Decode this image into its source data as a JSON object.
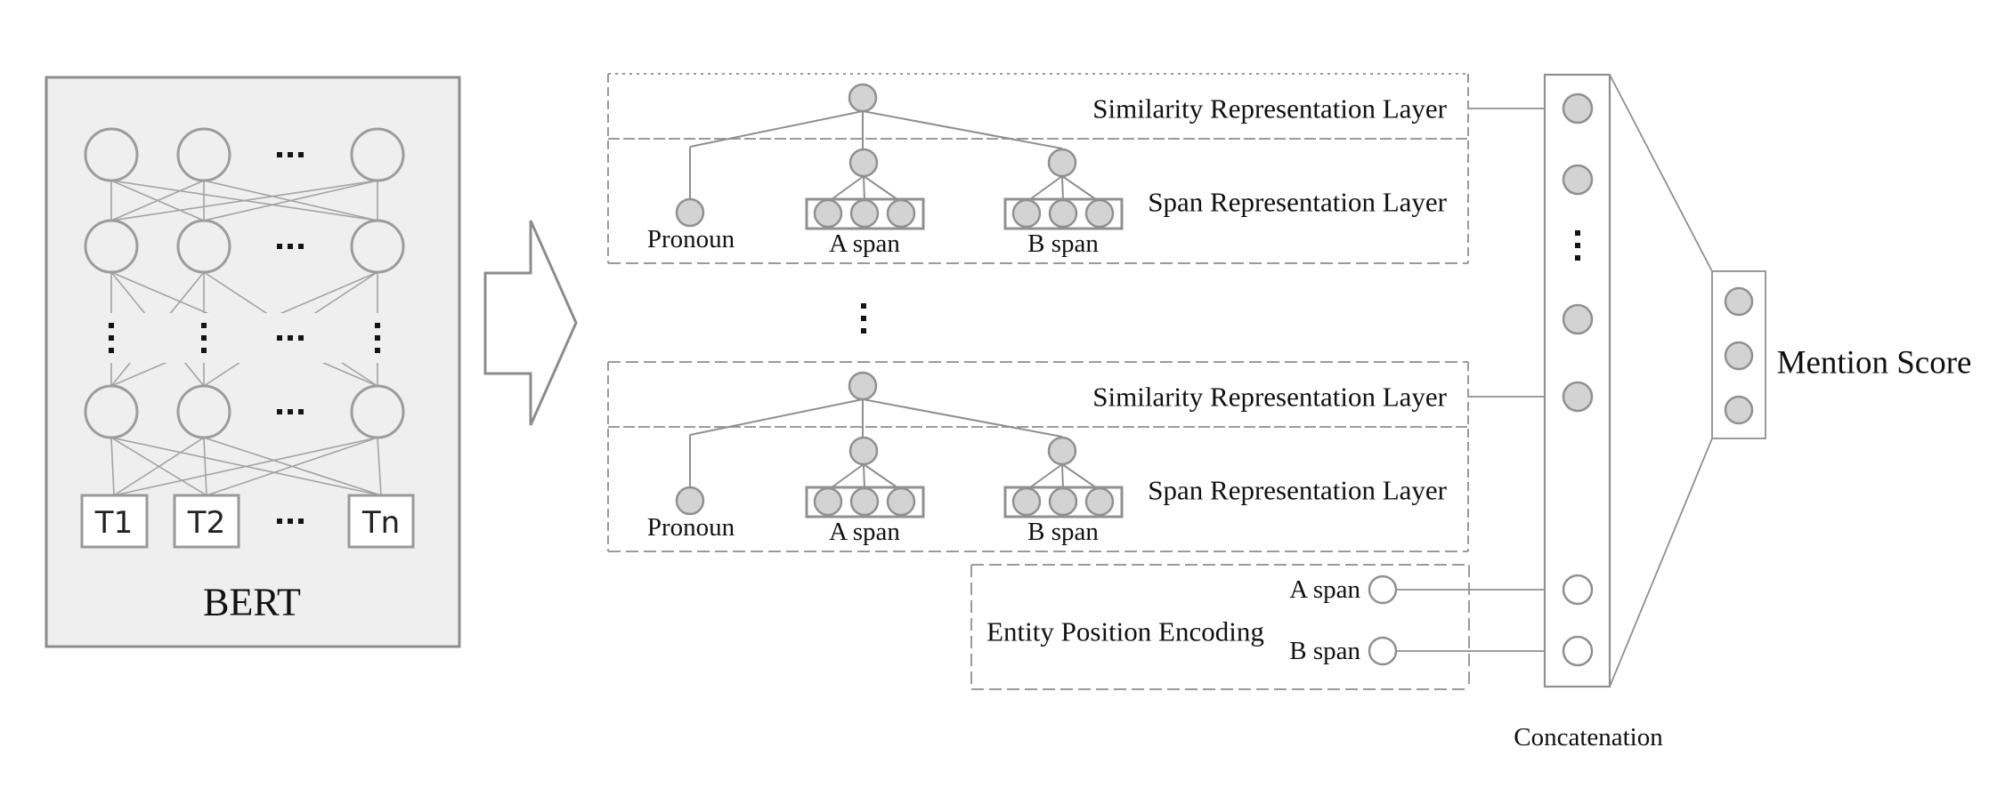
{
  "colors": {
    "background": "#ffffff",
    "panel_fill": "#efefef",
    "node_fill": "#d3d3d3",
    "line_gray": "#8f8f8f",
    "dash_gray": "#9a9a9a",
    "text": "#111111"
  },
  "bert": {
    "label": "BERT",
    "tokens": [
      "T1",
      "T2",
      "Tn"
    ]
  },
  "trees": [
    {
      "similarity_label": "Similarity Representation Layer",
      "span_label": "Span Representation Layer",
      "pronoun_label": "Pronoun",
      "a_span_label": "A span",
      "b_span_label": "B span"
    },
    {
      "similarity_label": "Similarity Representation Layer",
      "span_label": "Span Representation Layer",
      "pronoun_label": "Pronoun",
      "a_span_label": "A span",
      "b_span_label": "B span"
    }
  ],
  "entity_position": {
    "title": "Entity Position Encoding",
    "a_span_label": "A span",
    "b_span_label": "B span"
  },
  "concatenation": {
    "label": "Concatenation"
  },
  "mention_score": {
    "label": "Mention Score"
  }
}
